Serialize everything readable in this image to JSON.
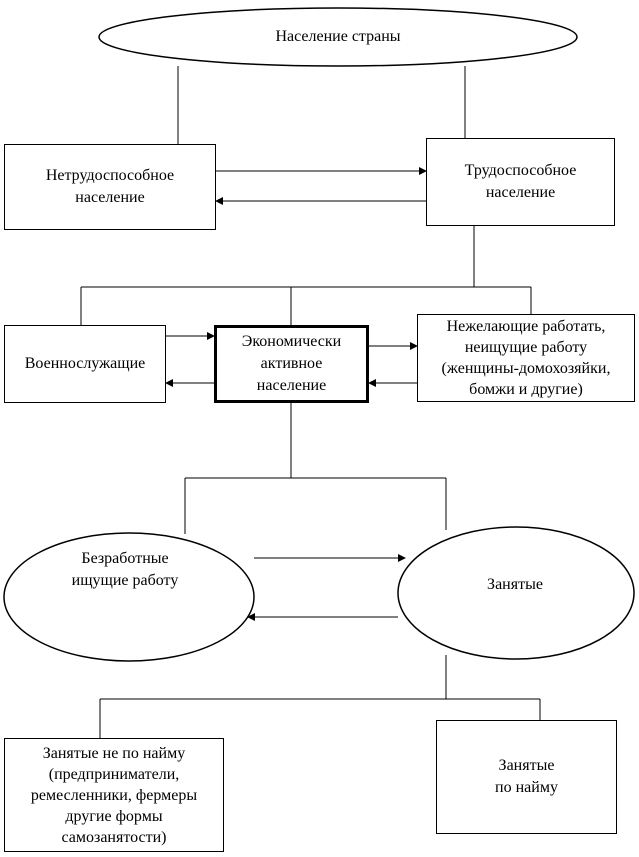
{
  "nodes": {
    "population": {
      "label": "Население страны"
    },
    "non_working_age": {
      "label": "Нетрудоспособное\nнаселение"
    },
    "working_age": {
      "label": "Трудоспособное\nнаселение"
    },
    "military": {
      "label": "Военнослужащие"
    },
    "economically_active": {
      "label": "Экономически\nактивное\nнаселение"
    },
    "not_seeking": {
      "label": "Нежелающие работать,\nнеищущие работу\n(женщины-домохозяйки,\nбомжи и другие)"
    },
    "unemployed": {
      "label": "Безработные\nищущие работу"
    },
    "employed": {
      "label": "Занятые"
    },
    "self_employed": {
      "label": "Занятые не по найму\n(предприниматели,\nремесленники, фермеры\nдругие формы\nсамозанятости)"
    },
    "hired": {
      "label": "Занятые\nпо найму"
    }
  }
}
